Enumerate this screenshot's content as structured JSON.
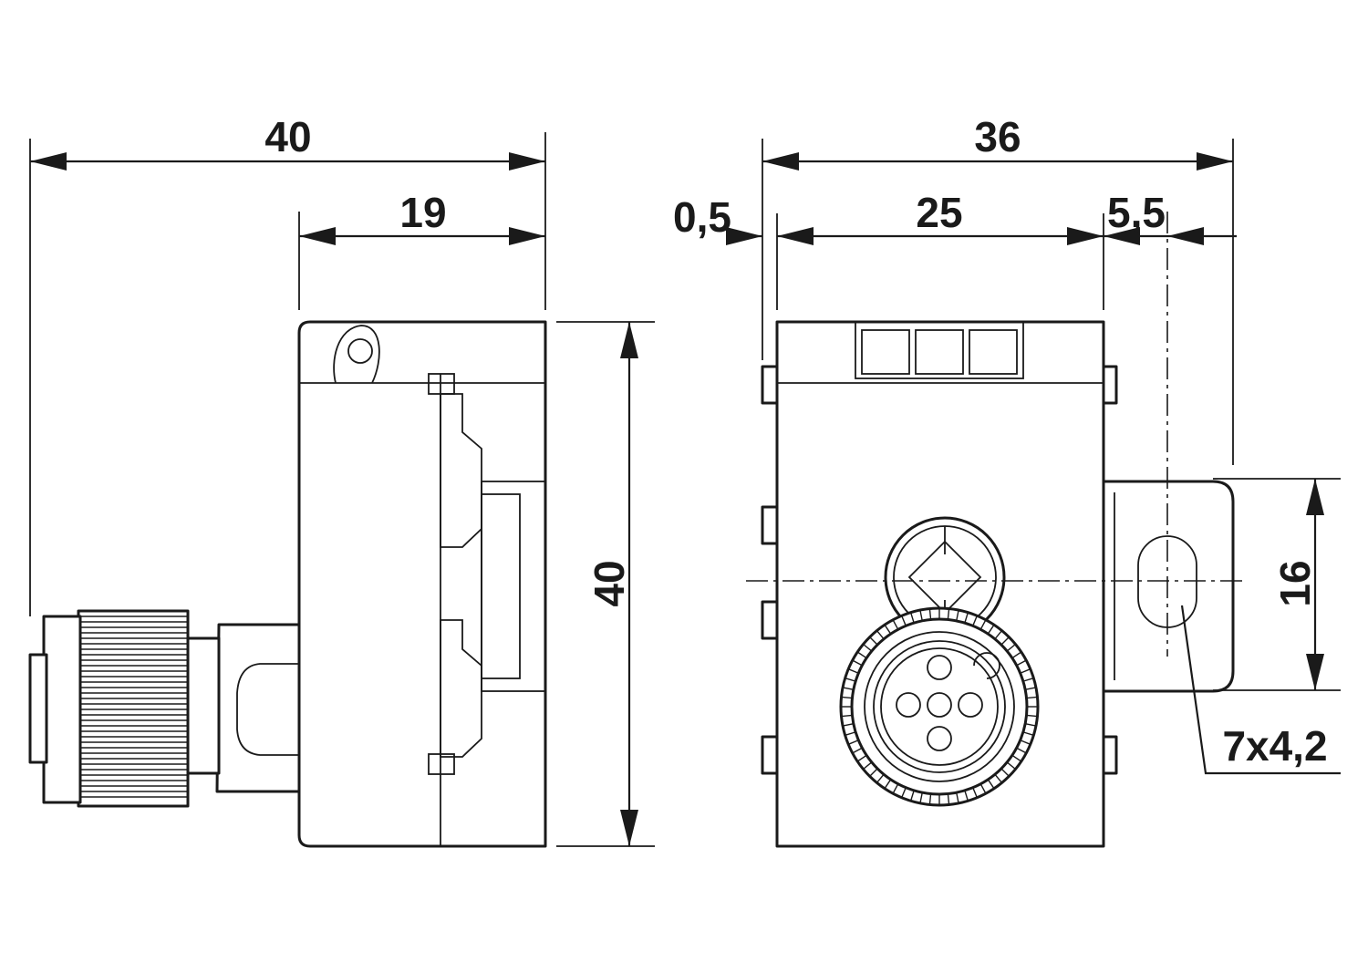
{
  "dimensions": {
    "side_total_width": "40",
    "side_body_width": "19",
    "side_height": "40",
    "front_total_width": "36",
    "front_offset": "0,5",
    "front_body_width": "25",
    "front_flange_offset": "5,5",
    "front_flange_height": "16",
    "front_slot": "7x4,2"
  }
}
